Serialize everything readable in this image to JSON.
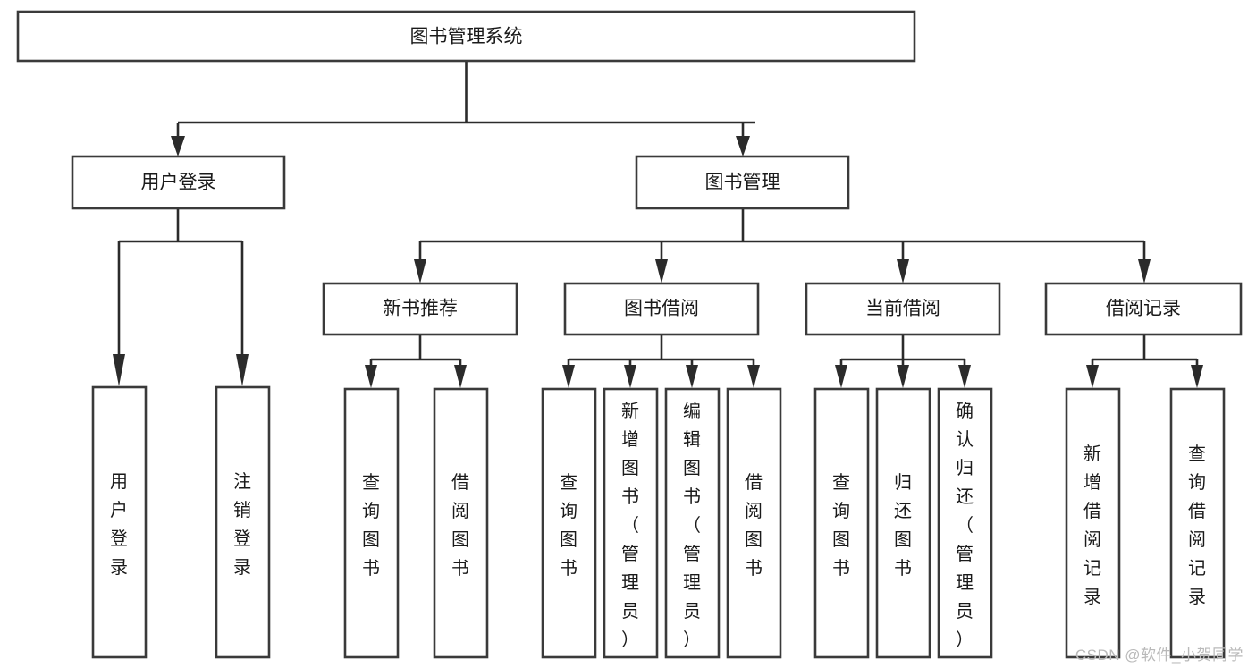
{
  "diagram": {
    "type": "tree-hierarchy",
    "title": "图书管理系统",
    "watermark": "CSDN @软件_小贺同学",
    "colors": {
      "stroke": "#3a3a3a",
      "line": "#2b2b2b",
      "fill": "#ffffff",
      "text": "#1a1a1a",
      "watermark": "#b9b9b9",
      "background": "#ffffff"
    },
    "levels": [
      {
        "level": 0,
        "nodes": [
          {
            "id": "root",
            "label": "图书管理系统",
            "orientation": "horizontal"
          }
        ]
      },
      {
        "level": 1,
        "nodes": [
          {
            "id": "login",
            "label": "用户登录",
            "orientation": "horizontal",
            "parent": "root"
          },
          {
            "id": "bookmgmt",
            "label": "图书管理",
            "orientation": "horizontal",
            "parent": "root"
          }
        ]
      },
      {
        "level": 2,
        "nodes": [
          {
            "id": "newbook",
            "label": "新书推荐",
            "orientation": "horizontal",
            "parent": "bookmgmt"
          },
          {
            "id": "borrow",
            "label": "图书借阅",
            "orientation": "horizontal",
            "parent": "bookmgmt"
          },
          {
            "id": "current",
            "label": "当前借阅",
            "orientation": "horizontal",
            "parent": "bookmgmt"
          },
          {
            "id": "records",
            "label": "借阅记录",
            "orientation": "horizontal",
            "parent": "bookmgmt"
          }
        ]
      },
      {
        "level": 3,
        "nodes": [
          {
            "id": "leaf-user-login",
            "label": "用户登录",
            "orientation": "vertical",
            "parent": "login"
          },
          {
            "id": "leaf-user-logout",
            "label": "注销登录",
            "orientation": "vertical",
            "parent": "login"
          },
          {
            "id": "leaf-query-book-1",
            "label": "查询图书",
            "orientation": "vertical",
            "parent": "newbook"
          },
          {
            "id": "leaf-borrow-book-1",
            "label": "借阅图书",
            "orientation": "vertical",
            "parent": "newbook"
          },
          {
            "id": "leaf-query-book-2",
            "label": "查询图书",
            "orientation": "vertical",
            "parent": "borrow"
          },
          {
            "id": "leaf-add-book",
            "label": "新增图书（管理员）",
            "orientation": "vertical",
            "parent": "borrow"
          },
          {
            "id": "leaf-edit-book",
            "label": "编辑图书（管理员）",
            "orientation": "vertical",
            "parent": "borrow"
          },
          {
            "id": "leaf-borrow-book-2",
            "label": "借阅图书",
            "orientation": "vertical",
            "parent": "borrow"
          },
          {
            "id": "leaf-query-book-3",
            "label": "查询图书",
            "orientation": "vertical",
            "parent": "current"
          },
          {
            "id": "leaf-return-book",
            "label": "归还图书",
            "orientation": "vertical",
            "parent": "current"
          },
          {
            "id": "leaf-confirm-return",
            "label": "确认归还（管理员）",
            "orientation": "vertical",
            "parent": "current"
          },
          {
            "id": "leaf-add-record",
            "label": "新增借阅记录",
            "orientation": "vertical",
            "parent": "records"
          },
          {
            "id": "leaf-query-record",
            "label": "查询借阅记录",
            "orientation": "vertical",
            "parent": "records"
          }
        ]
      }
    ]
  }
}
